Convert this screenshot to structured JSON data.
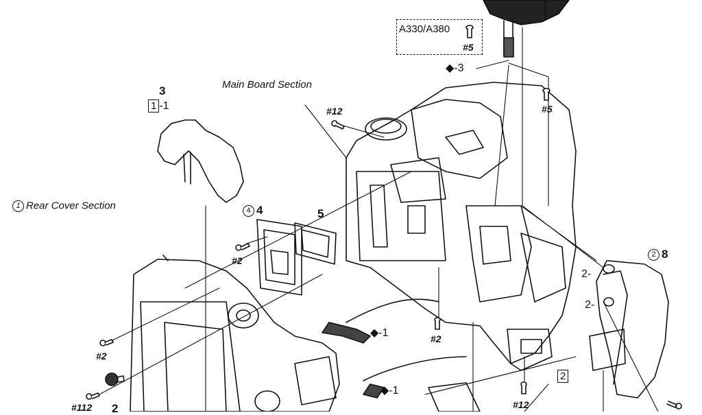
{
  "sections": {
    "main_board": "Main Board Section",
    "rear_cover": "Rear Cover Section",
    "rear_cover_num": "1",
    "grip_num": "2"
  },
  "variant": {
    "models": "A330/A380",
    "screw": "#5"
  },
  "callouts": {
    "diamond_3": "◆-3",
    "screw5_right": "#5",
    "screw12_top": "#12",
    "part3": "3",
    "part1_box": "1",
    "part1_suffix": "-1",
    "part4_circ": "4",
    "part4": "4",
    "part5": "5",
    "screw2_left": "#2",
    "screw2_lower": "#2",
    "screw2_center": "#2",
    "diamond_1a": "◆-1",
    "diamond_1b": "◆-1",
    "screw112": "#112",
    "part2_bottom": "2",
    "box2": "2",
    "screw12_bottom": "#12",
    "ref2a": "2-",
    "ref2b": "2-",
    "part8": "8"
  }
}
